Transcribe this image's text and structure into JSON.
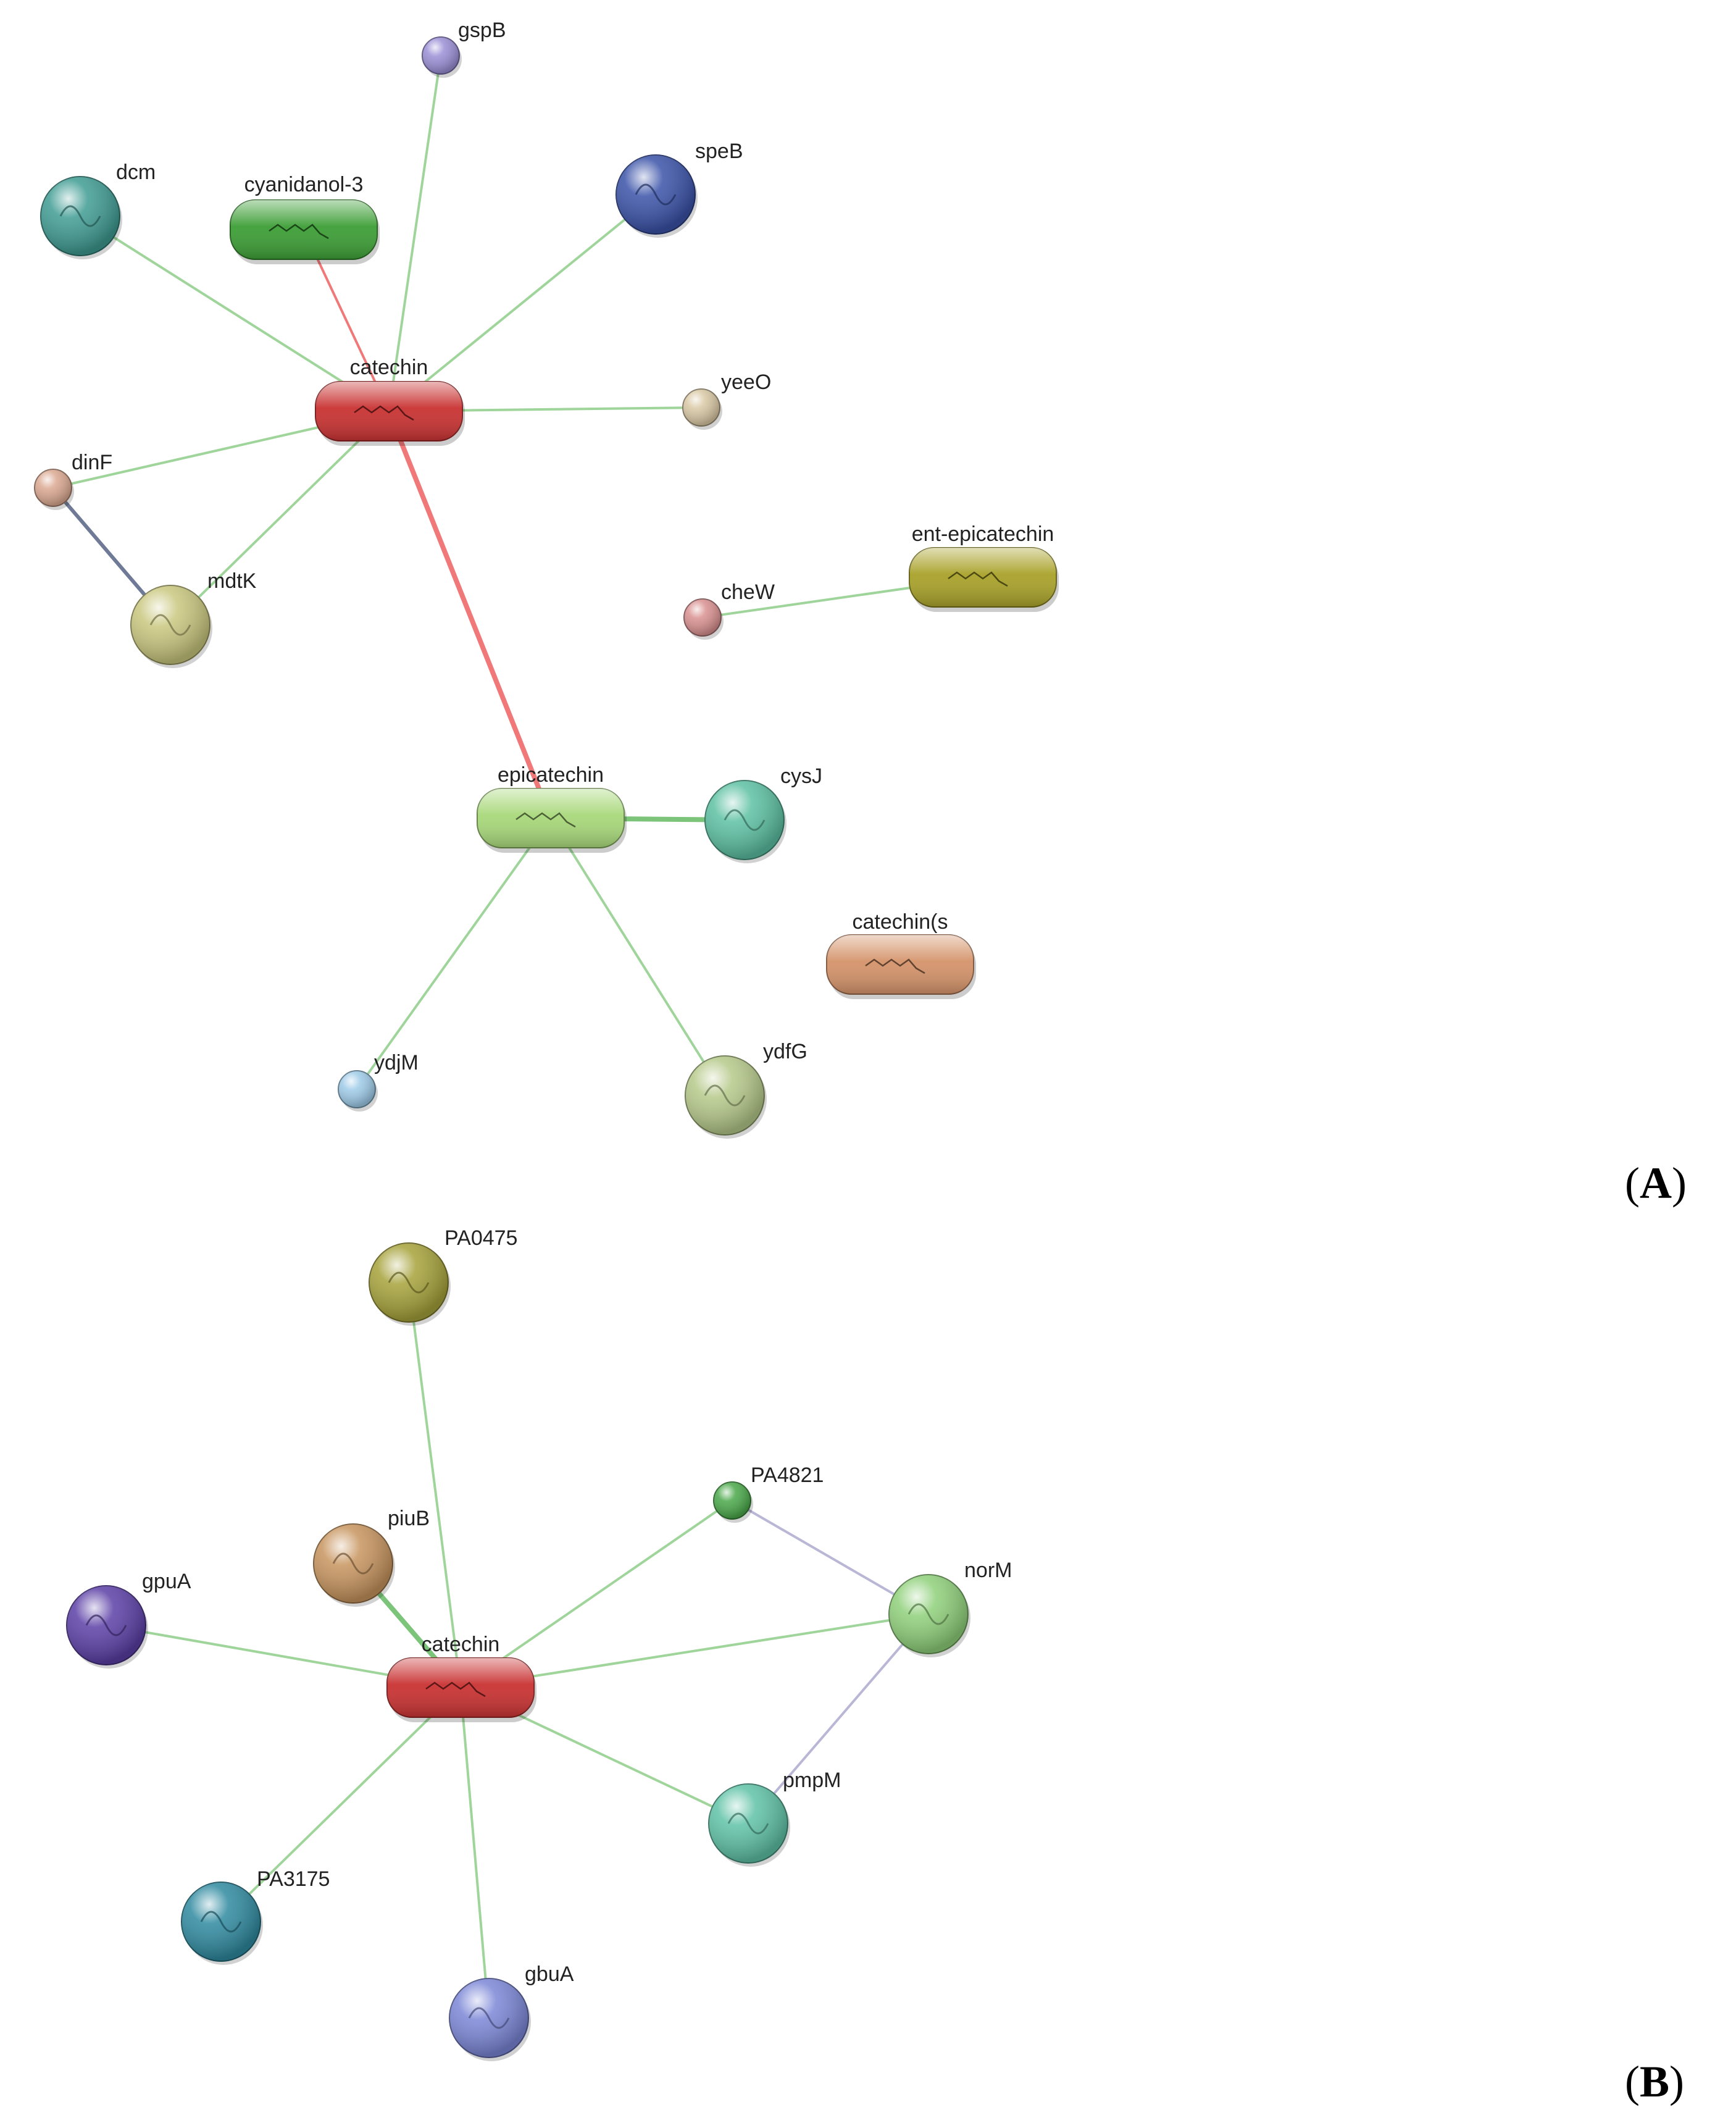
{
  "panels": [
    {
      "id": "A",
      "label_text": "A",
      "nodes": [
        {
          "id": "gspB",
          "label": "gspB",
          "kind": "sphere",
          "color": "#9a8fd6"
        },
        {
          "id": "dcm",
          "label": "dcm",
          "kind": "sphere",
          "color": "#3f9c93"
        },
        {
          "id": "cyanidanol-3",
          "label": "cyanidanol-3",
          "kind": "pill",
          "color": "#3d9e36"
        },
        {
          "id": "speB",
          "label": "speB",
          "kind": "sphere",
          "color": "#3a52a8"
        },
        {
          "id": "catechin",
          "label": "catechin",
          "kind": "pill",
          "color": "#c93232"
        },
        {
          "id": "yeeO",
          "label": "yeeO",
          "kind": "sphere",
          "color": "#d9c8a4"
        },
        {
          "id": "dinF",
          "label": "dinF",
          "kind": "sphere",
          "color": "#dba891"
        },
        {
          "id": "mdtK",
          "label": "mdtK",
          "kind": "sphere",
          "color": "#c9c77e"
        },
        {
          "id": "ent-epicatechin",
          "label": "ent-epicatechin",
          "kind": "pill",
          "color": "#a9a22a"
        },
        {
          "id": "cheW",
          "label": "cheW",
          "kind": "sphere",
          "color": "#d99090"
        },
        {
          "id": "epicatechin",
          "label": "epicatechin",
          "kind": "pill",
          "color": "#a8d87a"
        },
        {
          "id": "cysJ",
          "label": "cysJ",
          "kind": "sphere",
          "color": "#5cc0a2"
        },
        {
          "id": "catechin(s",
          "label": "catechin(s",
          "kind": "pill",
          "color": "#d4936a"
        },
        {
          "id": "ydjM",
          "label": "ydjM",
          "kind": "sphere",
          "color": "#9ecbe8"
        },
        {
          "id": "ydfG",
          "label": "ydfG",
          "kind": "sphere",
          "color": "#b6c98a"
        }
      ],
      "edges": [
        {
          "from": "catechin",
          "to": "gspB",
          "type": "green"
        },
        {
          "from": "catechin",
          "to": "dcm",
          "type": "green"
        },
        {
          "from": "catechin",
          "to": "cyanidanol-3",
          "type": "red"
        },
        {
          "from": "catechin",
          "to": "speB",
          "type": "green"
        },
        {
          "from": "catechin",
          "to": "yeeO",
          "type": "green"
        },
        {
          "from": "catechin",
          "to": "dinF",
          "type": "green"
        },
        {
          "from": "catechin",
          "to": "mdtK",
          "type": "green"
        },
        {
          "from": "catechin",
          "to": "epicatechin",
          "type": "red"
        },
        {
          "from": "dinF",
          "to": "mdtK",
          "type": "slate"
        },
        {
          "from": "cheW",
          "to": "ent-epicatechin",
          "type": "green"
        },
        {
          "from": "epicatechin",
          "to": "cysJ",
          "type": "green-thick"
        },
        {
          "from": "epicatechin",
          "to": "ydjM",
          "type": "green"
        },
        {
          "from": "epicatechin",
          "to": "ydfG",
          "type": "green"
        }
      ]
    },
    {
      "id": "B",
      "label_text": "B",
      "nodes": [
        {
          "id": "PA0475",
          "label": "PA0475",
          "kind": "sphere",
          "color": "#a6a23a"
        },
        {
          "id": "PA4821",
          "label": "PA4821",
          "kind": "sphere",
          "color": "#4aa84a"
        },
        {
          "id": "piuB",
          "label": "piuB",
          "kind": "sphere",
          "color": "#c7945e"
        },
        {
          "id": "gpuA",
          "label": "gpuA",
          "kind": "sphere",
          "color": "#5b3fa6"
        },
        {
          "id": "norM",
          "label": "norM",
          "kind": "sphere",
          "color": "#8fd07a"
        },
        {
          "id": "catechin",
          "label": "catechin",
          "kind": "pill",
          "color": "#c93232"
        },
        {
          "id": "pmpM",
          "label": "pmpM",
          "kind": "sphere",
          "color": "#5fc2a6"
        },
        {
          "id": "PA3175",
          "label": "PA3175",
          "kind": "sphere",
          "color": "#2f8aa0"
        },
        {
          "id": "gbuA",
          "label": "gbuA",
          "kind": "sphere",
          "color": "#7b86d6"
        }
      ],
      "edges": [
        {
          "from": "catechin",
          "to": "PA0475",
          "type": "green"
        },
        {
          "from": "catechin",
          "to": "PA4821",
          "type": "green"
        },
        {
          "from": "catechin",
          "to": "piuB",
          "type": "green-thick"
        },
        {
          "from": "catechin",
          "to": "gpuA",
          "type": "green"
        },
        {
          "from": "catechin",
          "to": "norM",
          "type": "green"
        },
        {
          "from": "catechin",
          "to": "pmpM",
          "type": "green"
        },
        {
          "from": "catechin",
          "to": "PA3175",
          "type": "green"
        },
        {
          "from": "catechin",
          "to": "gbuA",
          "type": "green"
        },
        {
          "from": "PA4821",
          "to": "norM",
          "type": "lavender"
        },
        {
          "from": "norM",
          "to": "pmpM",
          "type": "lavender"
        }
      ]
    }
  ],
  "edge_colors": {
    "green": "#9fd59a",
    "green-thick": "#7cc47a",
    "red": "#f07878",
    "slate": "#6f7a96",
    "lavender": "#b9b6d6"
  }
}
